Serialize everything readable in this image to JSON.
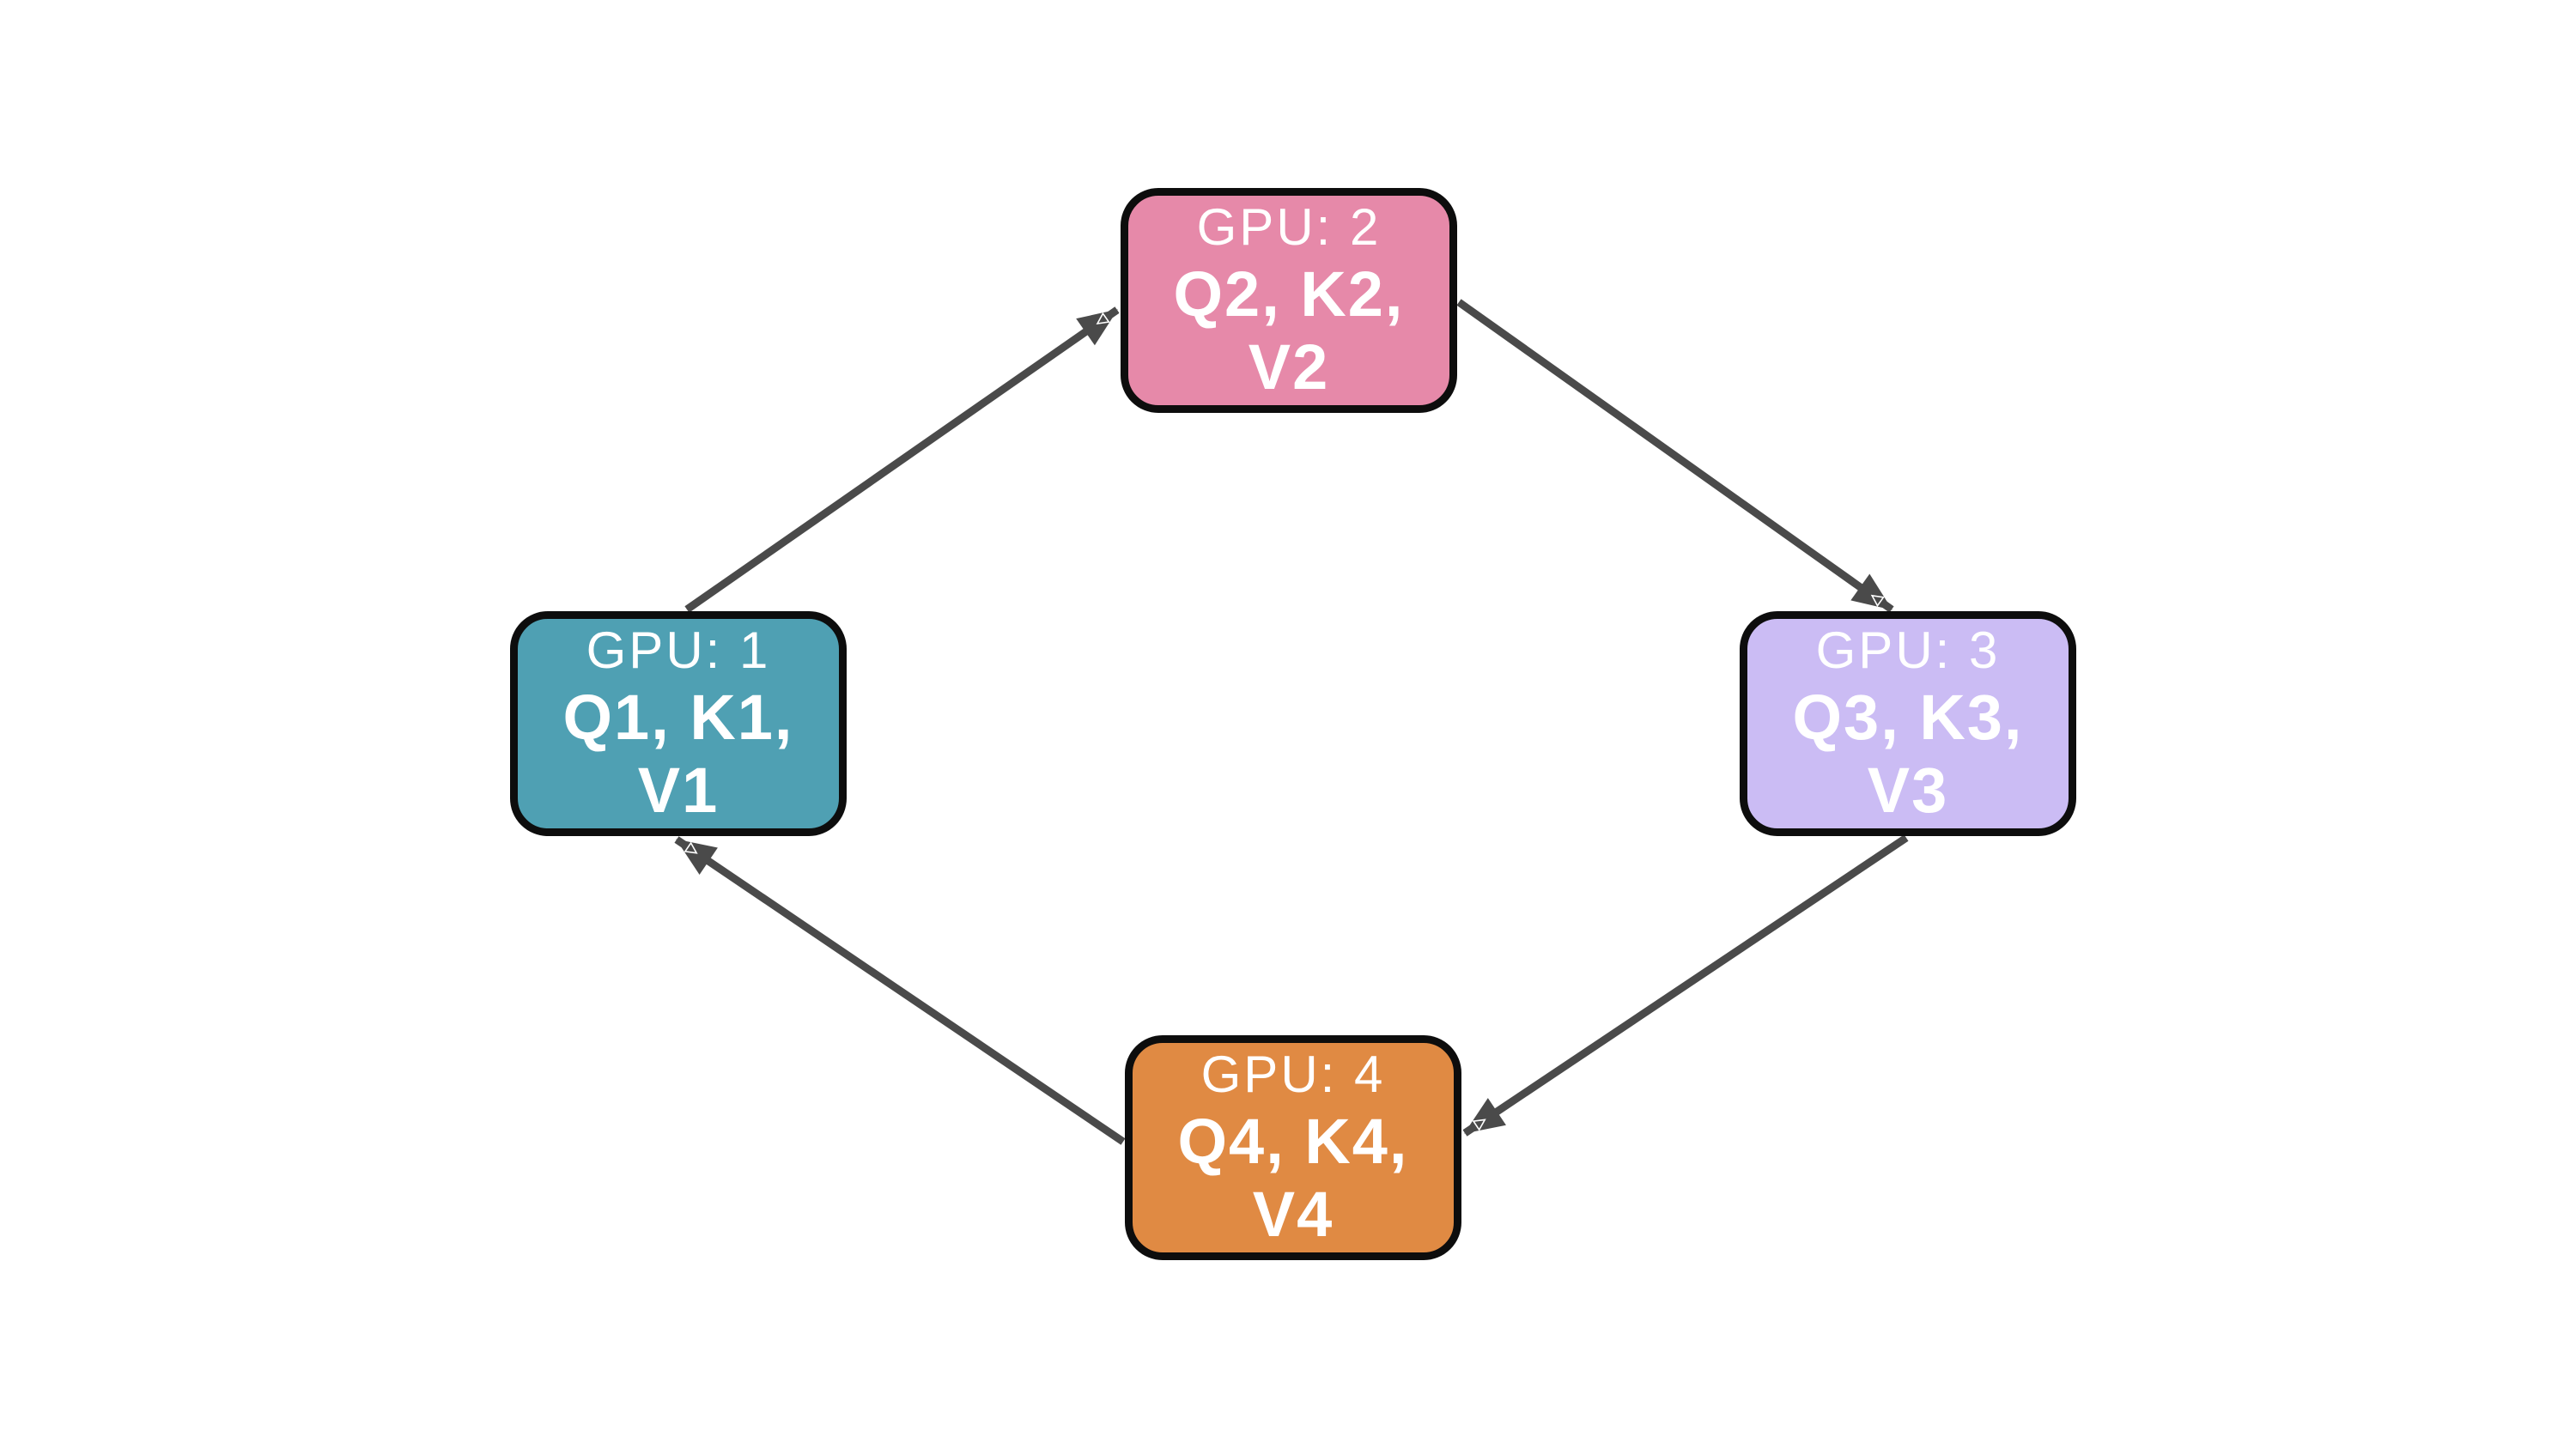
{
  "diagram": {
    "description": "Ring of four GPUs passing Q/K/V blocks",
    "nodes": [
      {
        "id": "gpu1",
        "label": "GPU: 1",
        "detail": "Q1, K1, V1",
        "color": "#4FA0B3"
      },
      {
        "id": "gpu2",
        "label": "GPU: 2",
        "detail": "Q2, K2, V2",
        "color": "#E689A9"
      },
      {
        "id": "gpu3",
        "label": "GPU: 3",
        "detail": "Q3, K3, V3",
        "color": "#CBBCF4"
      },
      {
        "id": "gpu4",
        "label": "GPU: 4",
        "detail": "Q4, K4, V4",
        "color": "#E08A43"
      }
    ],
    "edges": [
      {
        "from": "gpu1",
        "to": "gpu2"
      },
      {
        "from": "gpu2",
        "to": "gpu3"
      },
      {
        "from": "gpu3",
        "to": "gpu4"
      },
      {
        "from": "gpu4",
        "to": "gpu1"
      }
    ],
    "edge_color": "#4A4A4A",
    "node_border_color": "#0D0D0D",
    "text_color": "#FFFFFF",
    "background_color": "#FFFFFF"
  }
}
